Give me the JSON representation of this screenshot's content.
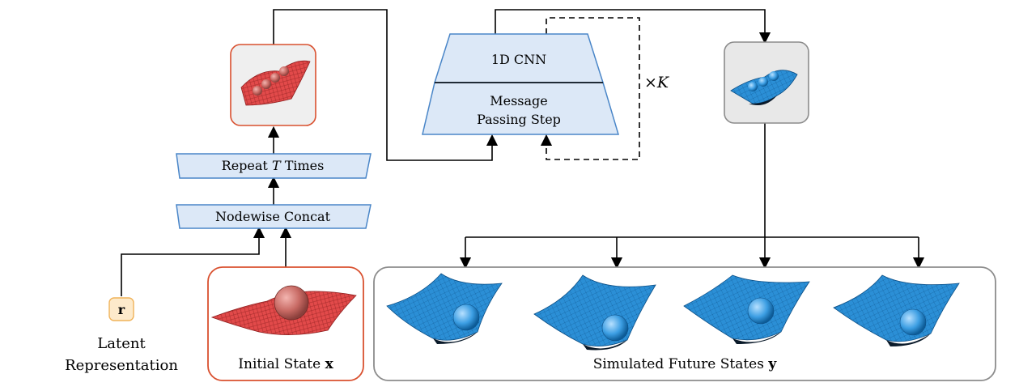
{
  "blocks": {
    "conv": "1D CNN",
    "message_line1": "Message",
    "message_line2": "Passing Step",
    "repeat_label": "Repeat",
    "repeat_var": "T",
    "repeat_suffix": "Times",
    "concat": "Nodewise Concat"
  },
  "loop": {
    "times_symbol": "×",
    "count_var": "K"
  },
  "latent": {
    "symbol": "r",
    "label_line1": "Latent",
    "label_line2": "Representation"
  },
  "initial_state": {
    "label": "Initial State",
    "var": "x"
  },
  "future_states": {
    "label": "Simulated Future States",
    "var": "y"
  },
  "colors": {
    "block_fill": "#dce8f7",
    "block_stroke": "#4a86c8",
    "red_frame": "#d9502f",
    "gray_frame": "#8c8c8c",
    "latent_fill": "#fdeacb",
    "latent_stroke": "#f0b35a",
    "mesh_blue": "#2b8fd6",
    "mesh_red": "#e24a4a"
  }
}
